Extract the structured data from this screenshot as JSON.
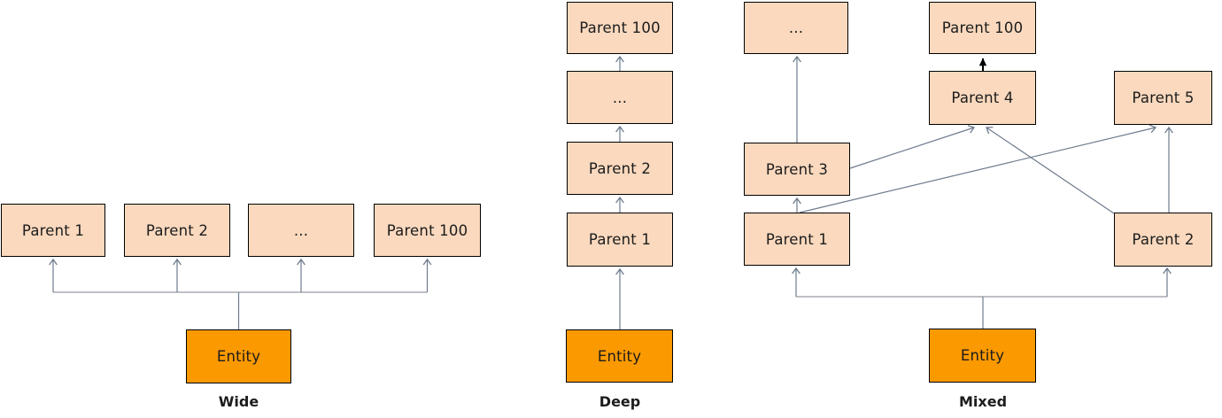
{
  "colors": {
    "parent-fill": "#FAD9BE",
    "entity-fill": "#FB9900",
    "box-border": "#000000",
    "text": "#1C1C1C",
    "conn": "#6E7B8C",
    "bus": "#A8ACB2",
    "emph": "#000000"
  },
  "diagrams": {
    "wide": {
      "caption": "Wide",
      "entity": "Entity",
      "parents": [
        "Parent 1",
        "Parent 2",
        "...",
        "Parent 100"
      ],
      "edges": [
        {
          "from": "Entity",
          "to": "Parent 1"
        },
        {
          "from": "Entity",
          "to": "Parent 2"
        },
        {
          "from": "Entity",
          "to": "..."
        },
        {
          "from": "Entity",
          "to": "Parent 100"
        }
      ]
    },
    "deep": {
      "caption": "Deep",
      "entity": "Entity",
      "chain": [
        "Parent 1",
        "Parent 2",
        "...",
        "Parent 100"
      ],
      "edges": [
        {
          "from": "Entity",
          "to": "Parent 1"
        },
        {
          "from": "Parent 1",
          "to": "Parent 2"
        },
        {
          "from": "Parent 2",
          "to": "..."
        },
        {
          "from": "...",
          "to": "Parent 100"
        }
      ]
    },
    "mixed": {
      "caption": "Mixed",
      "entity": "Entity",
      "nodes": {
        "p1": "Parent 1",
        "p2": "Parent 2",
        "p3": "Parent 3",
        "p4": "Parent 4",
        "p5": "Parent 5",
        "dots": "...",
        "p100": "Parent 100"
      },
      "edges": [
        {
          "from": "Entity",
          "to": "Parent 1"
        },
        {
          "from": "Entity",
          "to": "Parent 2"
        },
        {
          "from": "Parent 1",
          "to": "Parent 3"
        },
        {
          "from": "Parent 1",
          "to": "Parent 5"
        },
        {
          "from": "Parent 2",
          "to": "Parent 4"
        },
        {
          "from": "Parent 2",
          "to": "Parent 5"
        },
        {
          "from": "Parent 3",
          "to": "..."
        },
        {
          "from": "Parent 3",
          "to": "Parent 4"
        },
        {
          "from": "Parent 4",
          "to": "Parent 100",
          "emphasis": true
        }
      ]
    }
  }
}
